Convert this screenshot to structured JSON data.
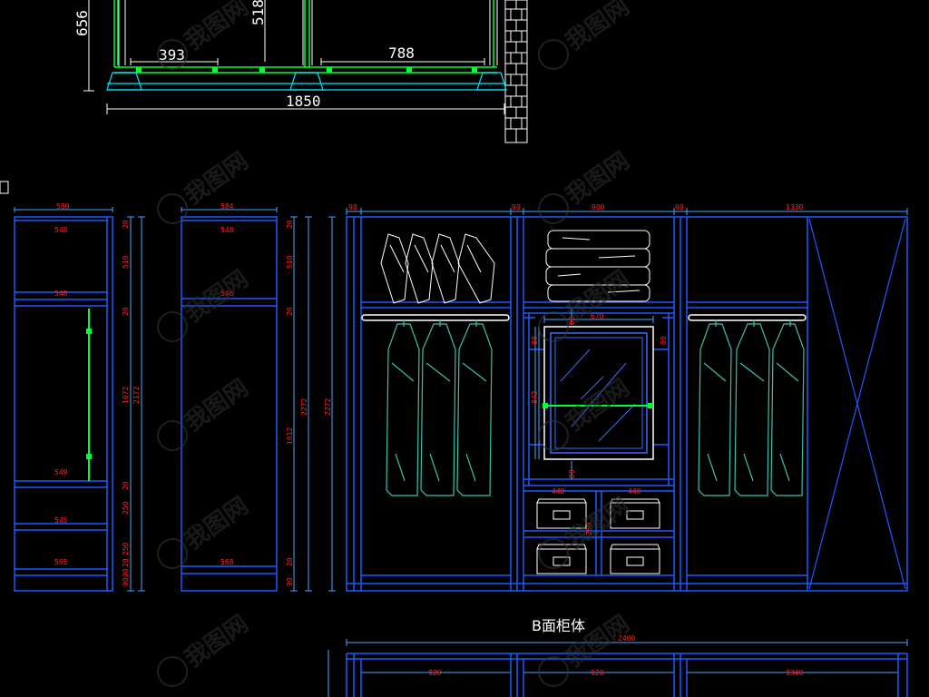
{
  "colors": {
    "background": "#000000",
    "cabinet_line": "#1e5bff",
    "dim_line": "#4aa3ff",
    "dim_text": "#ff2020",
    "rail": "#00ff33",
    "clothes": "#3fbfa8",
    "mirror": "#3a6bff",
    "cyan": "#00e5ff",
    "white_text": "#ffffff"
  },
  "plan": {
    "dims": [
      "656",
      "518",
      "393",
      "788",
      "1850"
    ]
  },
  "elevations": {
    "side_a": {
      "top_width": "580",
      "inner": [
        "548",
        "548",
        "549",
        "545",
        "565"
      ],
      "vertical": [
        "20",
        "510",
        "20",
        "1672",
        "2172",
        "20",
        "250",
        "250",
        "20",
        "90",
        "90"
      ]
    },
    "side_b": {
      "top_width": "584",
      "inner": [
        "548",
        "546",
        "568"
      ],
      "vertical": [
        "20",
        "510",
        "20",
        "1612",
        "2272",
        "20",
        "90",
        "2272"
      ]
    },
    "front": {
      "top_dims": [
        "90",
        "90",
        "900",
        "90",
        "1330"
      ],
      "mirror_width": "670",
      "mirror_height": "842",
      "mirror_side": [
        "80",
        "80"
      ],
      "small_vertical": [
        "80",
        "80",
        "250"
      ],
      "drawer_widths": [
        "440",
        "440"
      ]
    }
  },
  "section_title": "B面柜体",
  "bottom_plan": {
    "overall": "2400",
    "parts": [
      "920",
      "920",
      "1340"
    ]
  },
  "watermark": "我图网"
}
